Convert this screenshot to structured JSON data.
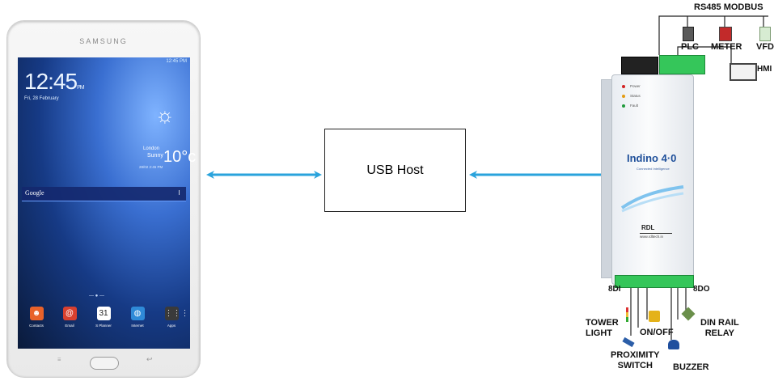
{
  "tablet": {
    "brand": "SAMSUNG",
    "status_time": "12:45 PM",
    "clock": "12:45",
    "clock_ampm": "PM",
    "date": "Fri, 28 February",
    "weather_city": "London",
    "weather_condition": "Sunny",
    "weather_temp": "10°c",
    "weather_updated": "28/02 2:45 PM",
    "search_label": "Google",
    "apps": [
      {
        "label": "Contacts",
        "color": "#e8622a",
        "glyph": "☻"
      },
      {
        "label": "Email",
        "color": "#d8402f",
        "glyph": "@"
      },
      {
        "label": "S Planner",
        "color": "#ffffff",
        "glyph": "31"
      },
      {
        "label": "Internet",
        "color": "#2f8ad8",
        "glyph": "◍"
      },
      {
        "label": "Apps",
        "color": "#3a3a3a",
        "glyph": "⋮⋮⋮"
      }
    ]
  },
  "center": {
    "label": "USB Host"
  },
  "device": {
    "leds": [
      {
        "label": "Power",
        "color": "#d32222"
      },
      {
        "label": "Status",
        "color": "#e49b12"
      },
      {
        "label": "Fault",
        "color": "#1f9a3a"
      }
    ],
    "brand": "Indino 4·0",
    "brand_sub": "Connected Intelligence",
    "maker": "RDL",
    "url": "www.rdltech.in"
  },
  "labels": {
    "bus": "RS485 MODBUS",
    "plc": "PLC",
    "meter": "METER",
    "vfd": "VFD",
    "hmi": "HMI",
    "di": "8DI",
    "do": "8DO",
    "tower": "TOWER\nLIGHT",
    "onoff": "ON/OFF",
    "relay": "DIN RAIL\nRELAY",
    "proximity": "PROXIMITY\nSWITCH",
    "buzzer": "BUZZER"
  },
  "colors": {
    "arrow": "#2aa3dc",
    "terminal": "#35c65a"
  }
}
